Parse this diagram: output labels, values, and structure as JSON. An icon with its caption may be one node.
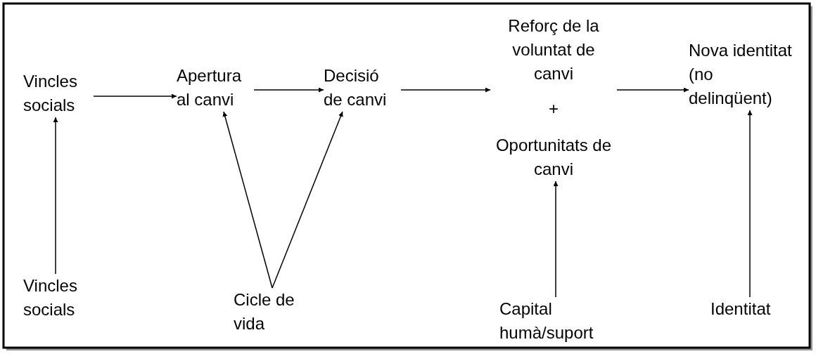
{
  "diagram": {
    "nodes": [
      {
        "text": [
          "Vincles socials"
        ]
      },
      {
        "text": [
          "Apertura al canvi"
        ]
      },
      {
        "text": [
          "Decisió de canvi"
        ]
      },
      {
        "text": [
          "Reforç de la voluntat de canvi"
        ]
      },
      {
        "text": [
          "Oportunitats de canvi"
        ]
      },
      {
        "text": [
          "Nova identitat (no delinqüent)"
        ]
      },
      {
        "text": [
          "Vincles socials"
        ]
      },
      {
        "text": [
          "Cicle de vida"
        ]
      },
      {
        "text": [
          "Capital humà/suport"
        ]
      },
      {
        "text": [
          "Identitat"
        ]
      }
    ],
    "edges": [
      {
        "from": 6,
        "to": 0,
        "arrow": "to"
      },
      {
        "from": 0,
        "to": 1,
        "arrow": "to"
      },
      {
        "from": 1,
        "to": 2,
        "arrow": "to"
      },
      {
        "from": 2,
        "to": 3,
        "arrow": "to"
      },
      {
        "from": 3,
        "to": 5,
        "arrow": "to"
      },
      {
        "from": 7,
        "to": 1,
        "arrow": "to"
      },
      {
        "from": 7,
        "to": 2,
        "arrow": "to"
      },
      {
        "from": 8,
        "to": 4,
        "arrow": "to"
      },
      {
        "from": 9,
        "to": 5,
        "arrow": "to"
      }
    ],
    "labels": [
      "+"
    ]
  }
}
